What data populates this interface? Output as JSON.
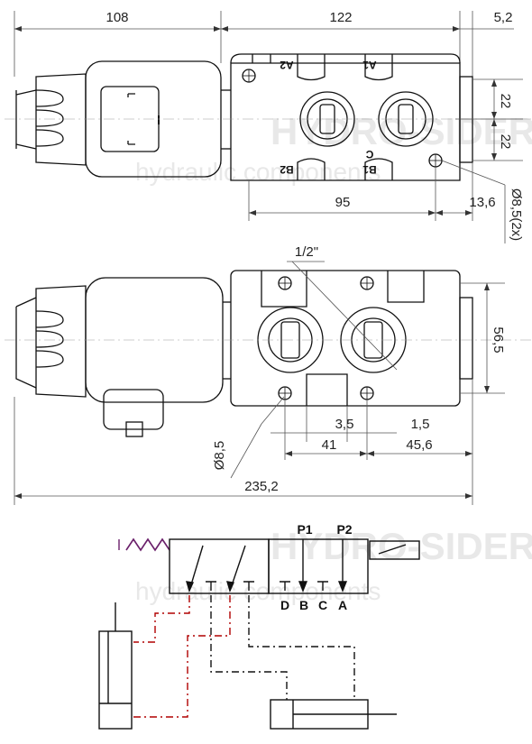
{
  "dims_top": {
    "width_coil": "108",
    "width_body": "122",
    "width_tail": "5,2",
    "h1": "22",
    "h2": "22",
    "body_base": "95",
    "tail_base": "13,6",
    "hole": "Ø8,5(2x)"
  },
  "port_labels_top": {
    "a1": "A1",
    "a2": "A2",
    "b1": "B1",
    "b2": "B2",
    "c": "C"
  },
  "dims_mid": {
    "thread": "1/2\"",
    "height": "56,5",
    "off_left": "3,5",
    "off_right": "1,5",
    "span_left": "41",
    "span_right": "45,6",
    "hole": "Ø8,5",
    "overall": "235,2"
  },
  "schematic": {
    "p1": "P1",
    "p2": "P2",
    "ports": [
      "D",
      "B",
      "C",
      "A"
    ]
  },
  "watermark": {
    "brand": "HYDRO-SIDER",
    "sub": "hydraulic components"
  },
  "colors": {
    "line": "#111111",
    "dim": "#444444",
    "red_line": "#b00000",
    "watermark": "#e8e8e8"
  }
}
